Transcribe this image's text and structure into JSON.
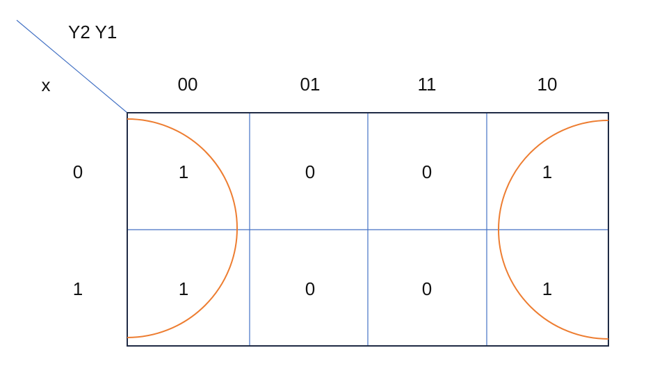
{
  "corner": {
    "col_var_label": "Y2 Y1",
    "row_var_label": "x"
  },
  "column_headers": [
    "00",
    "01",
    "11",
    "10"
  ],
  "row_headers": [
    "0",
    "1"
  ],
  "cells": [
    [
      "1",
      "0",
      "0",
      "1"
    ],
    [
      "1",
      "0",
      "0",
      "1"
    ]
  ],
  "groups": [
    {
      "cells": [
        [
          0,
          0
        ],
        [
          1,
          0
        ]
      ],
      "shape": "half-circle-right"
    },
    {
      "cells": [
        [
          0,
          3
        ],
        [
          1,
          3
        ]
      ],
      "shape": "half-circle-left"
    }
  ],
  "colors": {
    "border": "#1f2a44",
    "gridline": "#4472c4",
    "diagonal": "#4472c4",
    "group_loop": "#ed7d31",
    "text": "#111111"
  }
}
